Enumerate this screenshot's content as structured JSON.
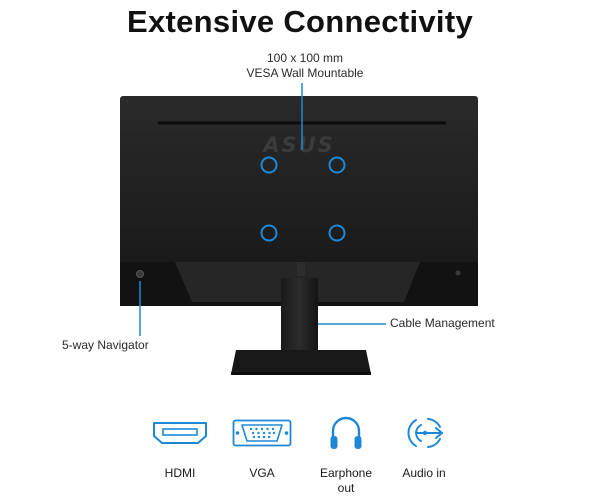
{
  "title": "Extensive Connectivity",
  "callouts": {
    "vesa_line1": "100 x 100 mm",
    "vesa_line2": "VESA Wall Mountable",
    "cable": "Cable Management",
    "navigator": "5-way Navigator"
  },
  "monitor": {
    "brand": "ASUS"
  },
  "ports": [
    {
      "label": "HDMI",
      "icon": "hdmi-port-icon"
    },
    {
      "label": "VGA",
      "icon": "vga-port-icon"
    },
    {
      "label": "Earphone\nout",
      "icon": "headphones-icon"
    },
    {
      "label": "Audio in",
      "icon": "audio-in-icon"
    }
  ],
  "colors": {
    "accent": "#1e88d6",
    "monitor_body": "#1c1c1c"
  }
}
